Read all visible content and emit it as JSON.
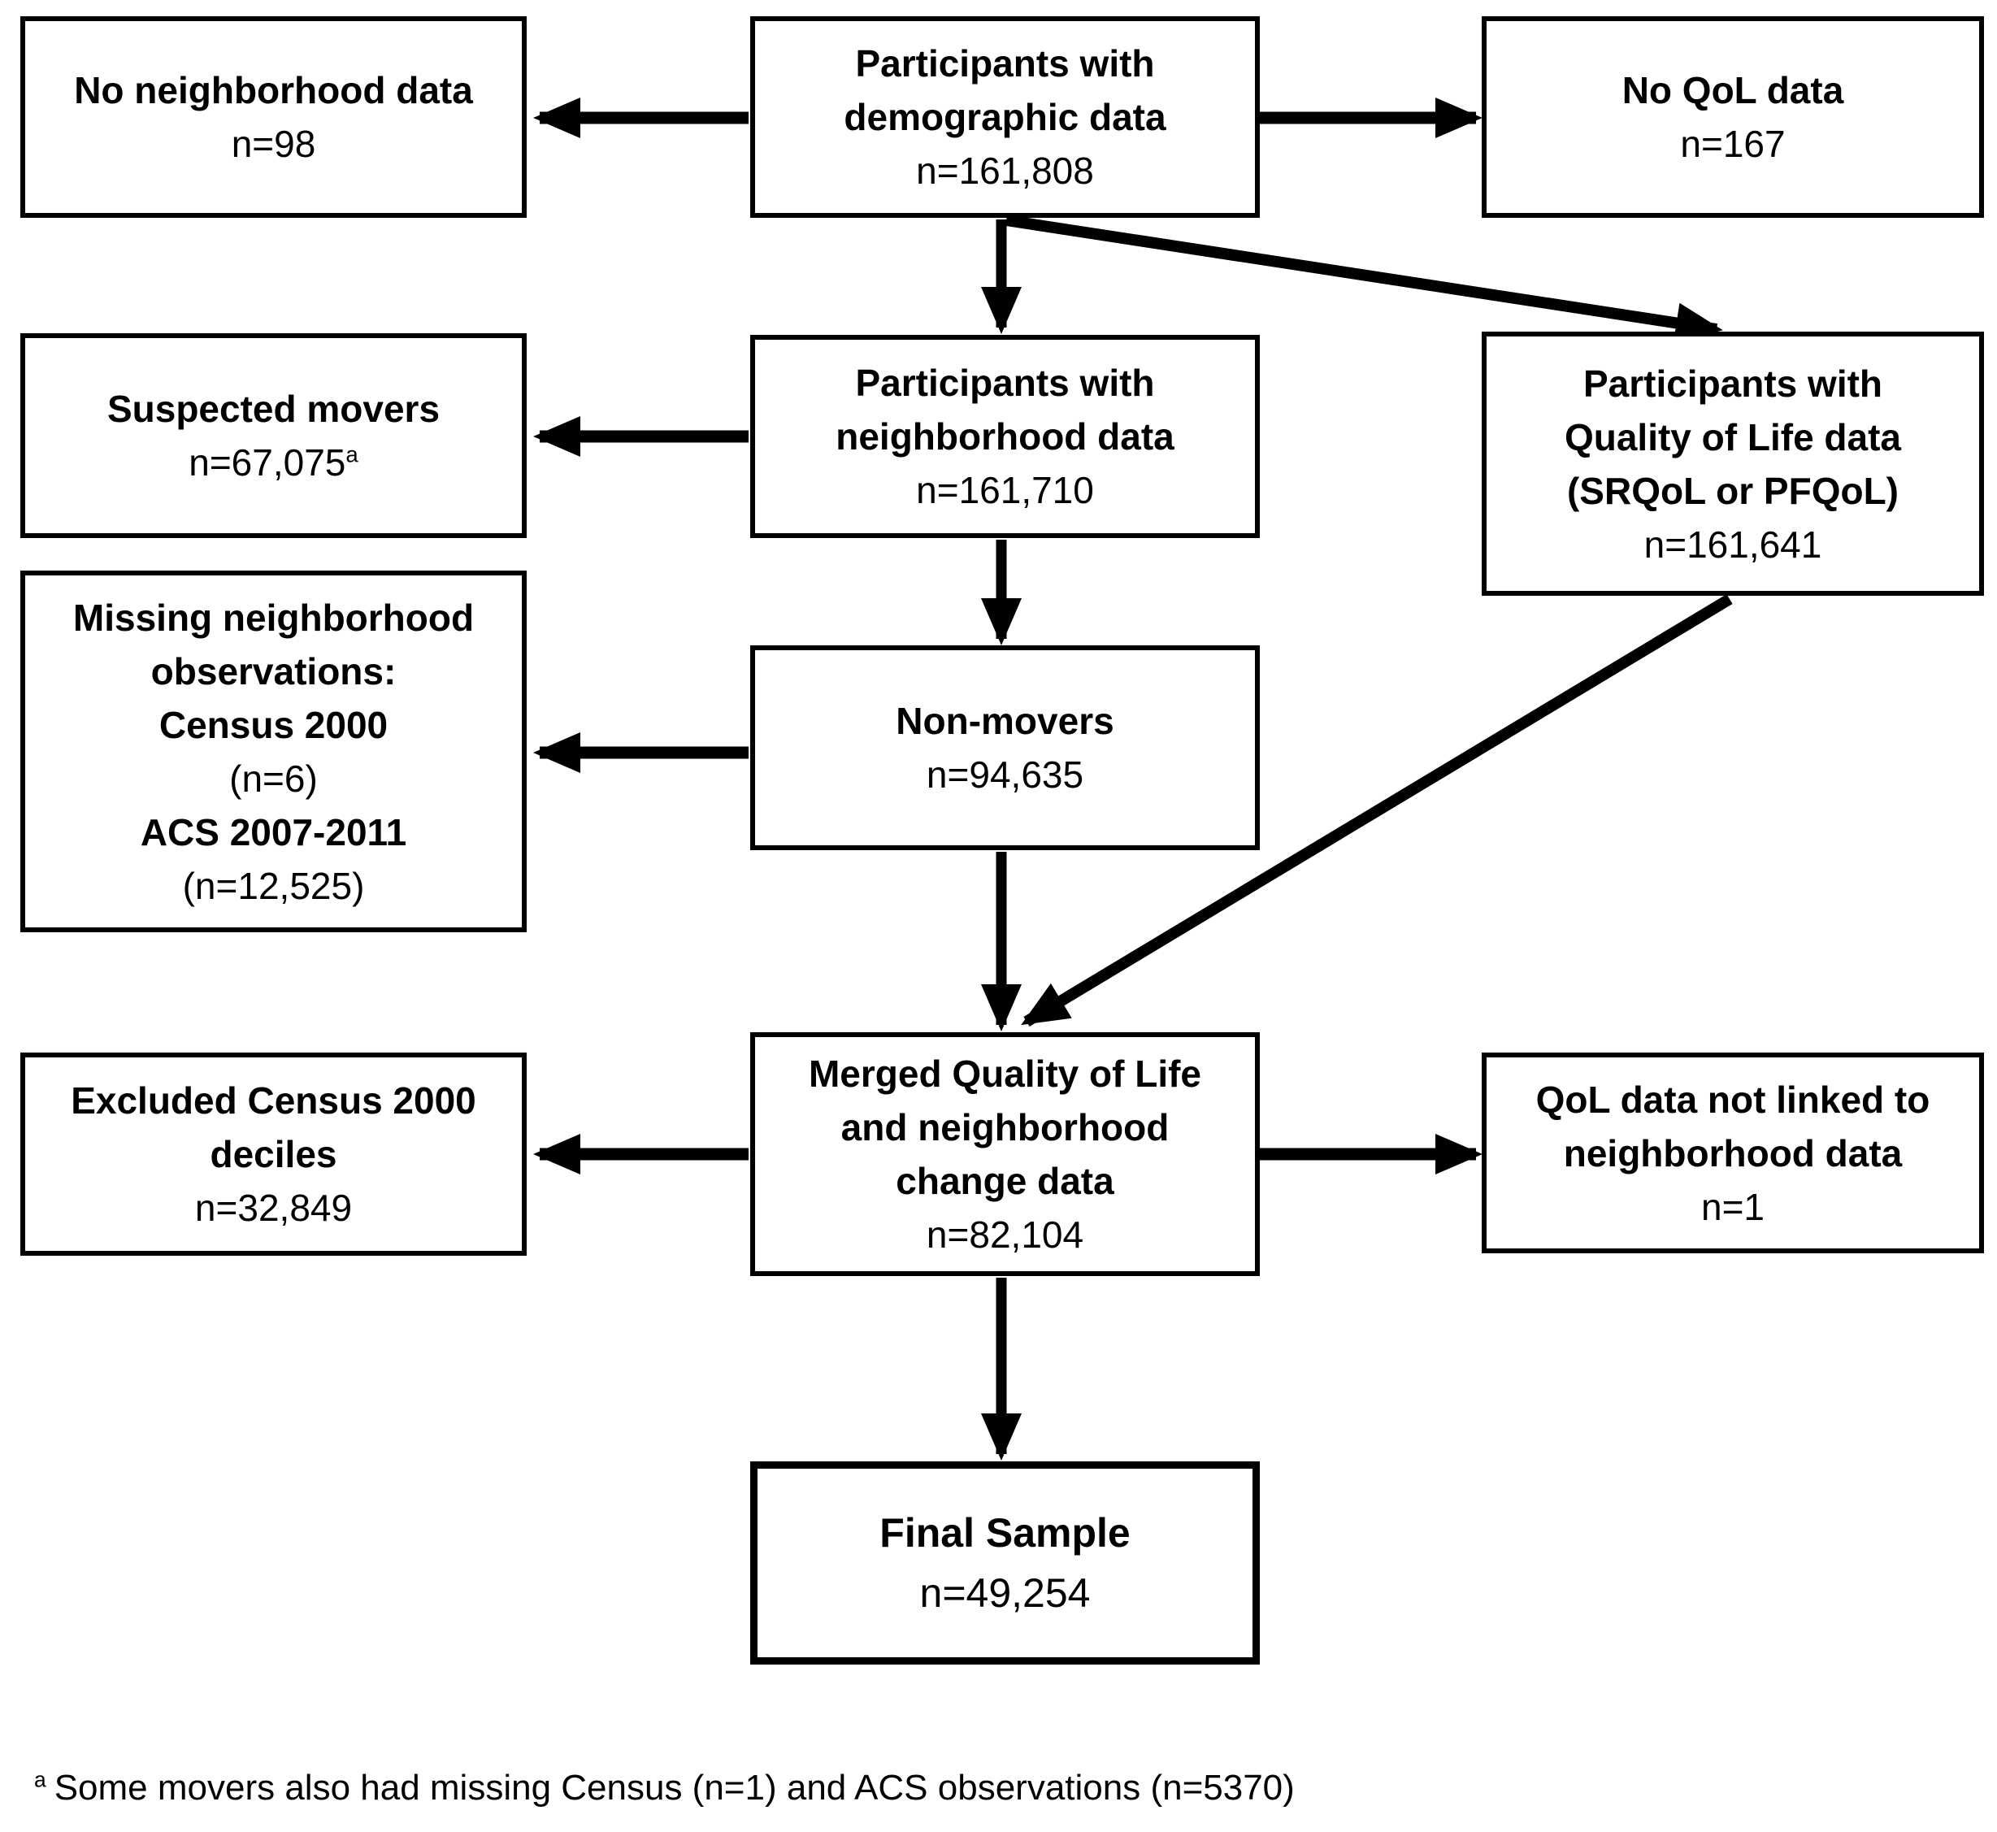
{
  "diagram": {
    "kind": "participant-flow-diagram",
    "colors": {
      "background": "#ffffff",
      "box_border": "#000000",
      "arrow": "#000000",
      "text": "#000000"
    },
    "boxes": {
      "demographic": {
        "l1": "Participants with",
        "l2": "demographic data",
        "n": "n=161,808"
      },
      "no_neighborhood": {
        "l1": "No neighborhood data",
        "n": "n=98"
      },
      "no_qol": {
        "l1": "No QoL data",
        "n": "n=167"
      },
      "neighborhood": {
        "l1": "Participants with",
        "l2": "neighborhood data",
        "n": "n=161,710"
      },
      "suspected_movers": {
        "l1": "Suspected movers",
        "n": "n=67,075",
        "n_superscript": "a"
      },
      "qol": {
        "l1": "Participants with",
        "l2": "Quality of Life data",
        "l3": "(SRQoL or PFQoL)",
        "n": "n=161,641"
      },
      "missing_observations": {
        "l1": "Missing neighborhood",
        "l2": "observations:",
        "l3": "Census 2000",
        "l4": "(n=6)",
        "l5": "ACS 2007-2011",
        "l6": "(n=12,525)"
      },
      "non_movers": {
        "l1": "Non-movers",
        "n": "n=94,635"
      },
      "merged": {
        "l1": "Merged Quality of Life",
        "l2": "and neighborhood",
        "l3": "change data",
        "n": "n=82,104"
      },
      "excluded_deciles": {
        "l1": "Excluded Census 2000",
        "l2": "deciles",
        "n": "n=32,849"
      },
      "qol_not_linked": {
        "l1": "QoL data not linked to",
        "l2": "neighborhood data",
        "n": "n=1"
      },
      "final_sample": {
        "l1": "Final Sample",
        "n": "n=49,254"
      }
    },
    "footnote": {
      "marker": "a",
      "text": "Some movers also had missing Census (n=1) and ACS observations (n=5370)"
    }
  }
}
